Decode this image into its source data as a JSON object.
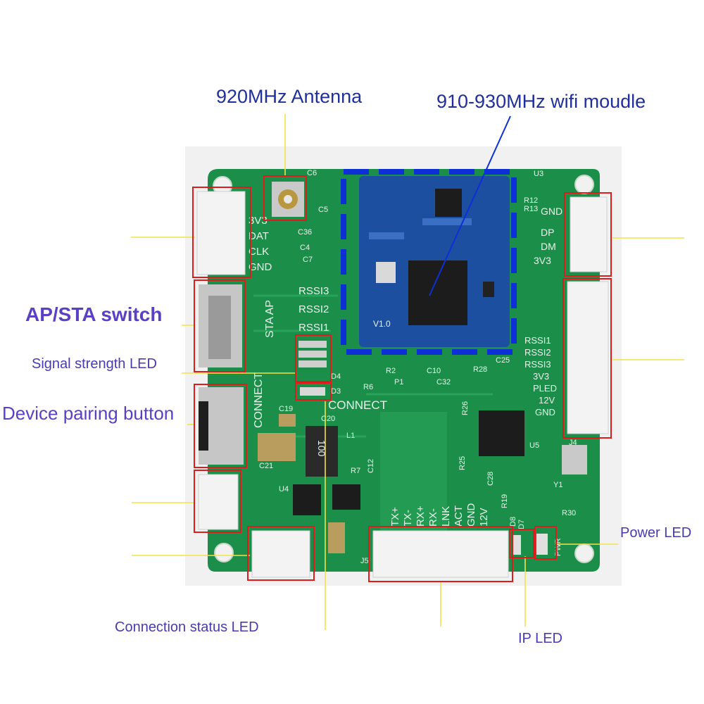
{
  "labels": {
    "antenna": "920MHz Antenna",
    "wifi_module": "910-930MHz wifi moudle",
    "ap_sta_switch": "AP/STA switch",
    "signal_led": "Signal strength LED",
    "pairing_button": "Device pairing button",
    "connection_led": "Connection status LED",
    "ip_led": "IP LED",
    "power_led": "Power LED"
  },
  "silkscreen": {
    "left_header": [
      "3V3",
      "DAT",
      "CLK",
      "GND"
    ],
    "right_top_header": [
      "GND",
      "DP",
      "DM",
      "3V3"
    ],
    "right_long_header": [
      "RSSI1",
      "RSSI2",
      "RSSI3",
      "3V3",
      "PLED",
      "12V",
      "GND"
    ],
    "rssi": [
      "RSSI3",
      "RSSI2",
      "RSSI1"
    ],
    "switch_side": "STA AP",
    "connect_vertical": "CONNECT",
    "connect": "CONNECT",
    "bottom_header": [
      "TX+",
      "TX-",
      "RX+",
      "RX-",
      "LNK",
      "ACT",
      "GND",
      "12V"
    ],
    "module_version": "V1.0",
    "inductor": "100",
    "refs": [
      "C6",
      "C5",
      "C36",
      "C4",
      "C7",
      "U3",
      "R12",
      "R13",
      "D3",
      "D4",
      "R2",
      "P1",
      "R6",
      "C10",
      "C32",
      "R28",
      "C25",
      "R26",
      "C19",
      "C20",
      "L1",
      "C21",
      "R7",
      "C12",
      "U4",
      "U5",
      "R25",
      "C28",
      "R19",
      "R30",
      "Y1",
      "D8",
      "D7",
      "PWR",
      "J4",
      "J5"
    ]
  },
  "colors": {
    "board": "#1b8f4a",
    "module": "#1d4fa0",
    "highlight": "#e01b1b",
    "dash": "#0d2fd6",
    "leader": "#f2e24a",
    "label_purple": "#5b3fc4",
    "label_blue": "#1f2f9c"
  }
}
